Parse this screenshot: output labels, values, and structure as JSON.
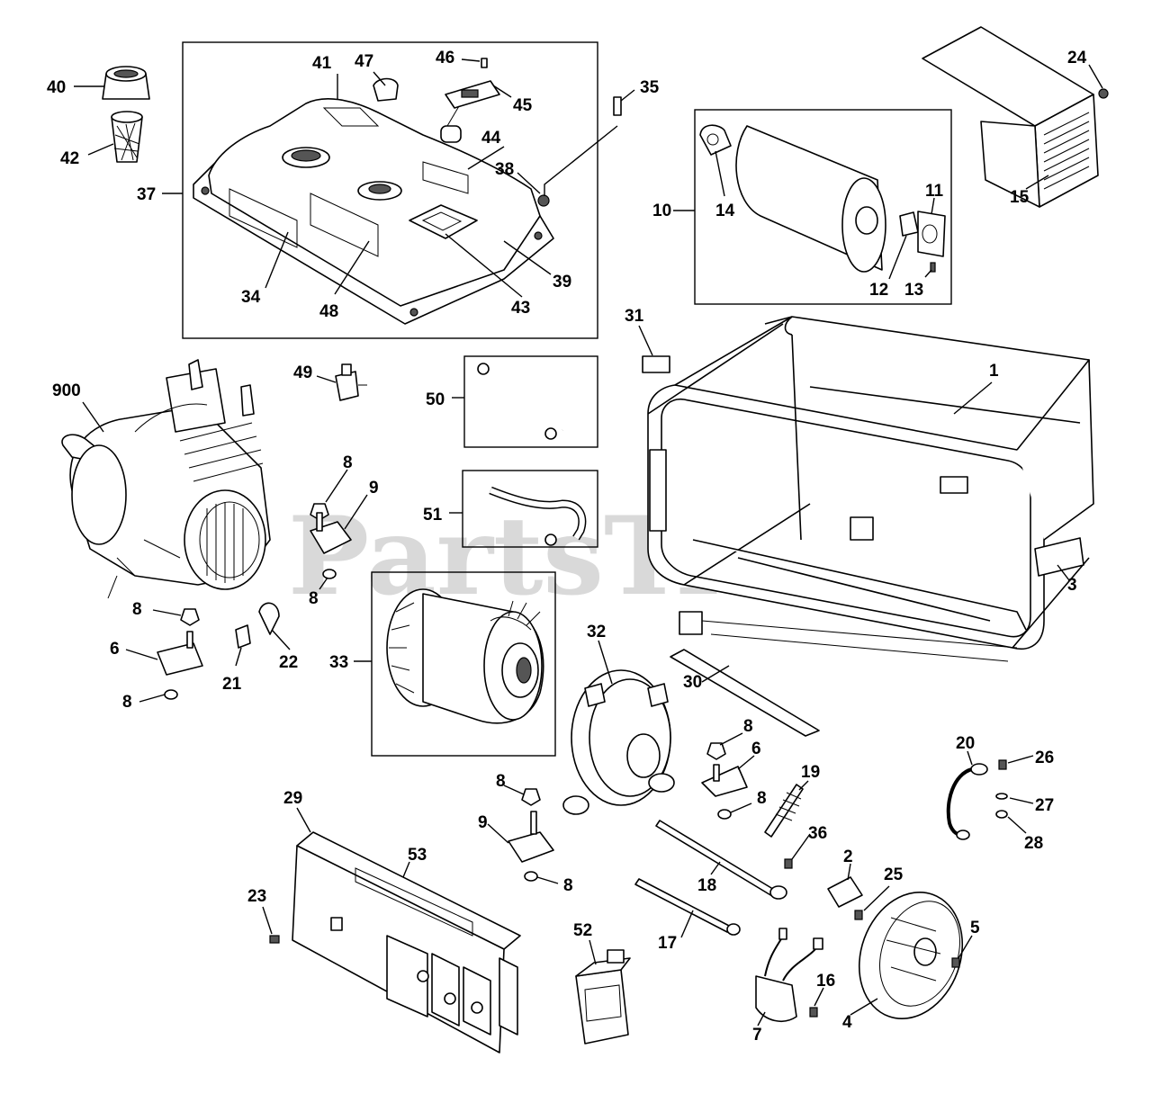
{
  "watermark": "PartsTree",
  "watermark_tm": "™",
  "callouts": [
    "1",
    "2",
    "3",
    "4",
    "5",
    "6",
    "6",
    "7",
    "8",
    "8",
    "8",
    "8",
    "8",
    "8",
    "8",
    "8",
    "9",
    "9",
    "10",
    "11",
    "12",
    "13",
    "14",
    "15",
    "16",
    "17",
    "18",
    "19",
    "20",
    "21",
    "22",
    "23",
    "24",
    "25",
    "26",
    "27",
    "28",
    "29",
    "30",
    "31",
    "32",
    "33",
    "34",
    "35",
    "36",
    "37",
    "38",
    "39",
    "40",
    "41",
    "42",
    "43",
    "44",
    "45",
    "46",
    "47",
    "48",
    "49",
    "50",
    "51",
    "52",
    "53",
    "900"
  ]
}
